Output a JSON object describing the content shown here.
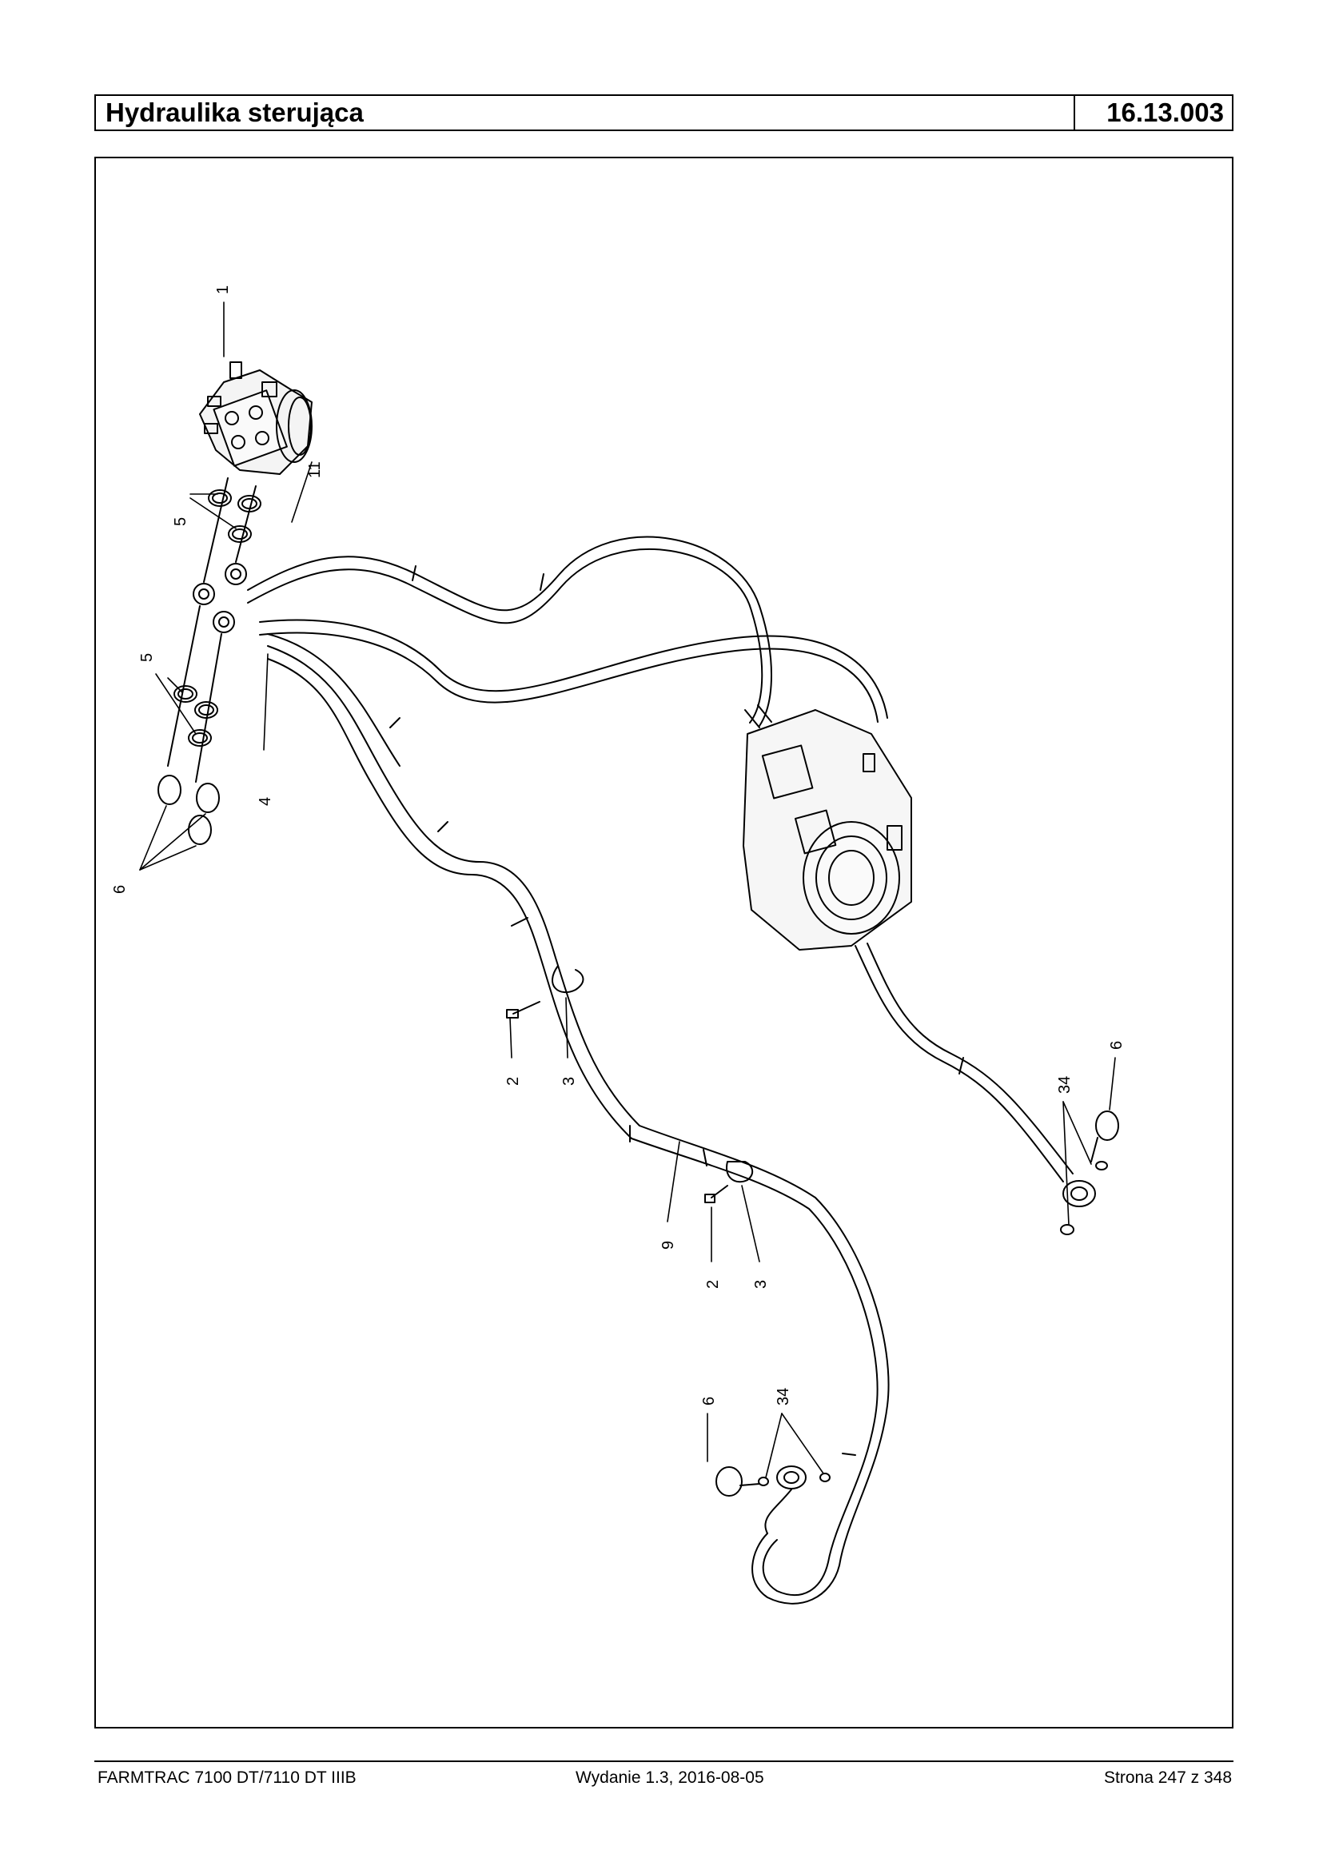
{
  "header": {
    "title": "Hydraulika sterująca",
    "code": "16.13.003"
  },
  "footer": {
    "model": "FARMTRAC 7100 DT/7110 DT IIIB",
    "edition": "Wydanie 1.3,  2016-08-05",
    "page": "Strona 247 z 348"
  },
  "callouts": {
    "c1": "1",
    "c11": "11",
    "c5a": "5",
    "c5b": "5",
    "c4": "4",
    "c6a": "6",
    "c2a": "2",
    "c3a": "3",
    "c9": "9",
    "c2b": "2",
    "c3b": "3",
    "c34a": "34",
    "c6b": "6",
    "c6c": "6",
    "c34b": "34"
  }
}
